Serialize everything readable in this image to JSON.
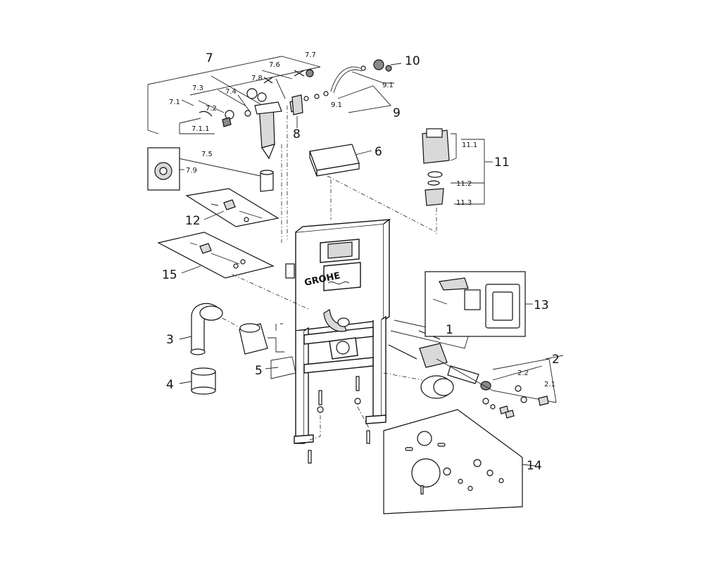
{
  "brand": {
    "logo_text": "GROHE"
  },
  "callouts": {
    "c1": "1",
    "c2": "2",
    "c2_1": "2.1",
    "c2_2": "2.2",
    "c3": "3",
    "c4": "4",
    "c5": "5",
    "c6": "6",
    "c7": "7",
    "c7_1": "7.1",
    "c7_1_1": "7.1.1",
    "c7_2": "7.2",
    "c7_3": "7.3",
    "c7_4": "7.4",
    "c7_5": "7.5",
    "c7_6": "7.6",
    "c7_7": "7.7",
    "c7_8": "7.8",
    "c7_9": "7.9",
    "c8": "8",
    "c9": "9",
    "c9_1a": "9.1",
    "c9_1b": "9.1",
    "c10": "10",
    "c11": "11",
    "c11_1": "11.1",
    "c11_2": "11.2",
    "c11_3": "11.3",
    "c12": "12",
    "c13": "13",
    "c14": "14",
    "c15": "15"
  }
}
